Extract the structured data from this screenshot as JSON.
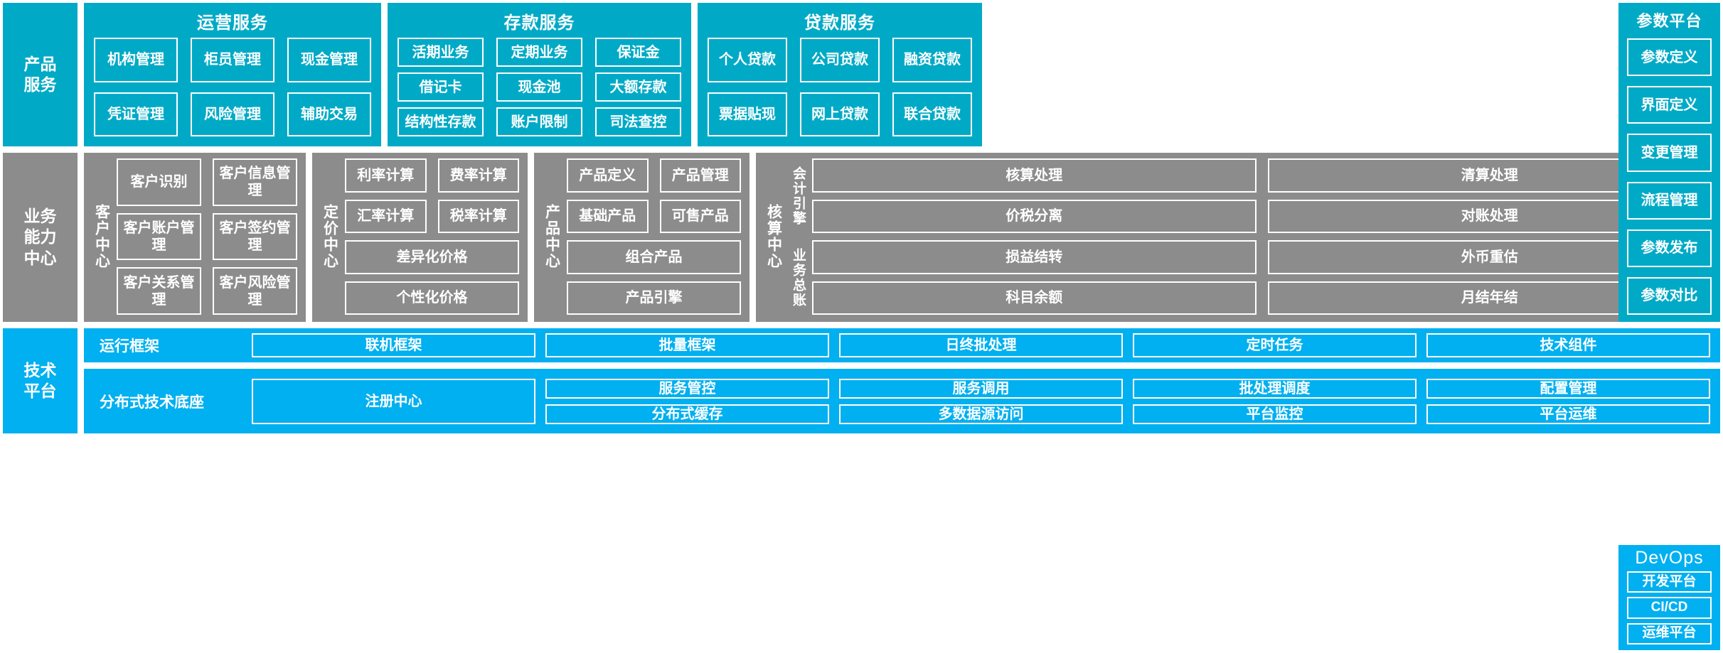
{
  "diagram": {
    "colors": {
      "product_service_band": "#00aac6",
      "business_capability_band": "#8c8c8c",
      "technical_platform_band": "#00b0f0",
      "box_border": "#ffffff",
      "text": "#ffffff"
    },
    "rows": {
      "product_service_label": "产品\n服务",
      "business_capability_label": "业务\n能力\n中心",
      "technical_platform_label": "技术\n平台"
    },
    "product_services": {
      "operation": {
        "title": "运营服务",
        "items": [
          "机构管理",
          "柜员管理",
          "现金管理",
          "凭证管理",
          "风险管理",
          "辅助交易"
        ]
      },
      "deposit": {
        "title": "存款服务",
        "items": [
          "活期业务",
          "定期业务",
          "保证金",
          "借记卡",
          "现金池",
          "大额存款",
          "结构性存款",
          "账户限制",
          "司法查控"
        ]
      },
      "loan": {
        "title": "贷款服务",
        "items": [
          "个人贷款",
          "公司贷款",
          "融资贷款",
          "票据贴现",
          "网上贷款",
          "联合贷款"
        ]
      }
    },
    "parameter_platform": {
      "title": "参数平台",
      "items": [
        "参数定义",
        "界面定义",
        "变更管理",
        "流程管理",
        "参数发布",
        "参数对比"
      ]
    },
    "business_centers": {
      "customer": {
        "label": "客户中心",
        "items": [
          "客户识别",
          "客户信息管理",
          "客户账户管理",
          "客户签约管理",
          "客户关系管理",
          "客户风险管理"
        ]
      },
      "pricing": {
        "label": "定价中心",
        "items": [
          "利率计算",
          "费率计算",
          "汇率计算",
          "税率计算"
        ],
        "wide_items": [
          "差异化价格",
          "个性化价格"
        ]
      },
      "product": {
        "label": "产品中心",
        "items": [
          "产品定义",
          "产品管理",
          "基础产品",
          "可售产品"
        ],
        "wide_items": [
          "组合产品",
          "产品引擎"
        ]
      },
      "accounting": {
        "label": "核算中心",
        "sub_accounting_engine": {
          "label": "会计引擎",
          "items": [
            "核算处理",
            "清算处理",
            "价税分离",
            "对账处理"
          ]
        },
        "sub_general_ledger": {
          "label": "业务总账",
          "items": [
            "损益结转",
            "外币重估",
            "科目余额",
            "月结年结"
          ]
        }
      }
    },
    "technical_platform": {
      "runtime_framework": {
        "title": "运行框架",
        "items": [
          "联机框架",
          "批量框架",
          "日终批处理",
          "定时任务",
          "技术组件"
        ]
      },
      "distributed_base": {
        "title": "分布式技术底座",
        "register_center": "注册中心",
        "columns": [
          [
            "服务管控",
            "分布式缓存"
          ],
          [
            "服务调用",
            "多数据源访问"
          ],
          [
            "批处理调度",
            "平台监控"
          ],
          [
            "配置管理",
            "平台运维"
          ]
        ]
      }
    },
    "devops": {
      "title": "DevOps",
      "items": [
        "开发平台",
        "CI/CD",
        "运维平台"
      ]
    }
  }
}
